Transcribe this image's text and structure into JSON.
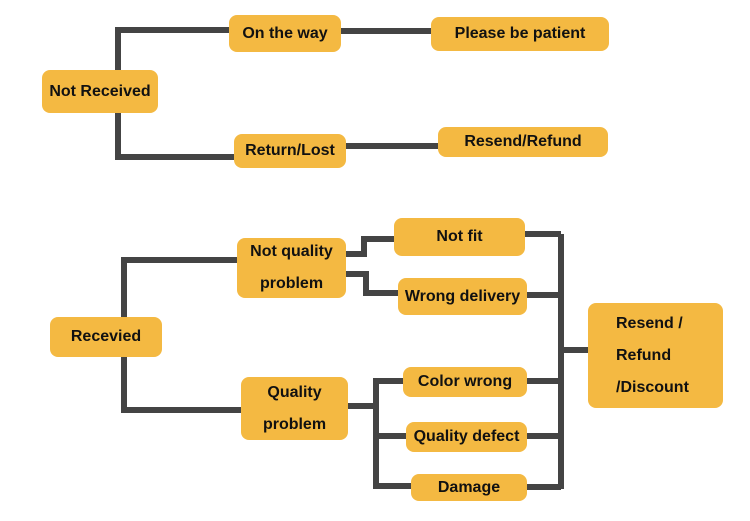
{
  "colors": {
    "box": "#f4b942",
    "line": "#444444"
  },
  "nodes": {
    "not_received": "Not Received",
    "on_the_way": "On the way",
    "please_be_patient": "Please be patient",
    "return_lost": "Return/Lost",
    "resend_refund": "Resend/Refund",
    "recevied": "Recevied",
    "not_quality_problem": [
      "Not quality",
      "problem"
    ],
    "quality_problem": [
      "Quality",
      "problem"
    ],
    "not_fit": "Not fit",
    "wrong_delivery": "Wrong delivery",
    "color_wrong": "Color wrong",
    "quality_defect": "Quality defect",
    "damage": "Damage",
    "resend_refund_discount": [
      "Resend /",
      "Refund",
      "/Discount"
    ]
  }
}
